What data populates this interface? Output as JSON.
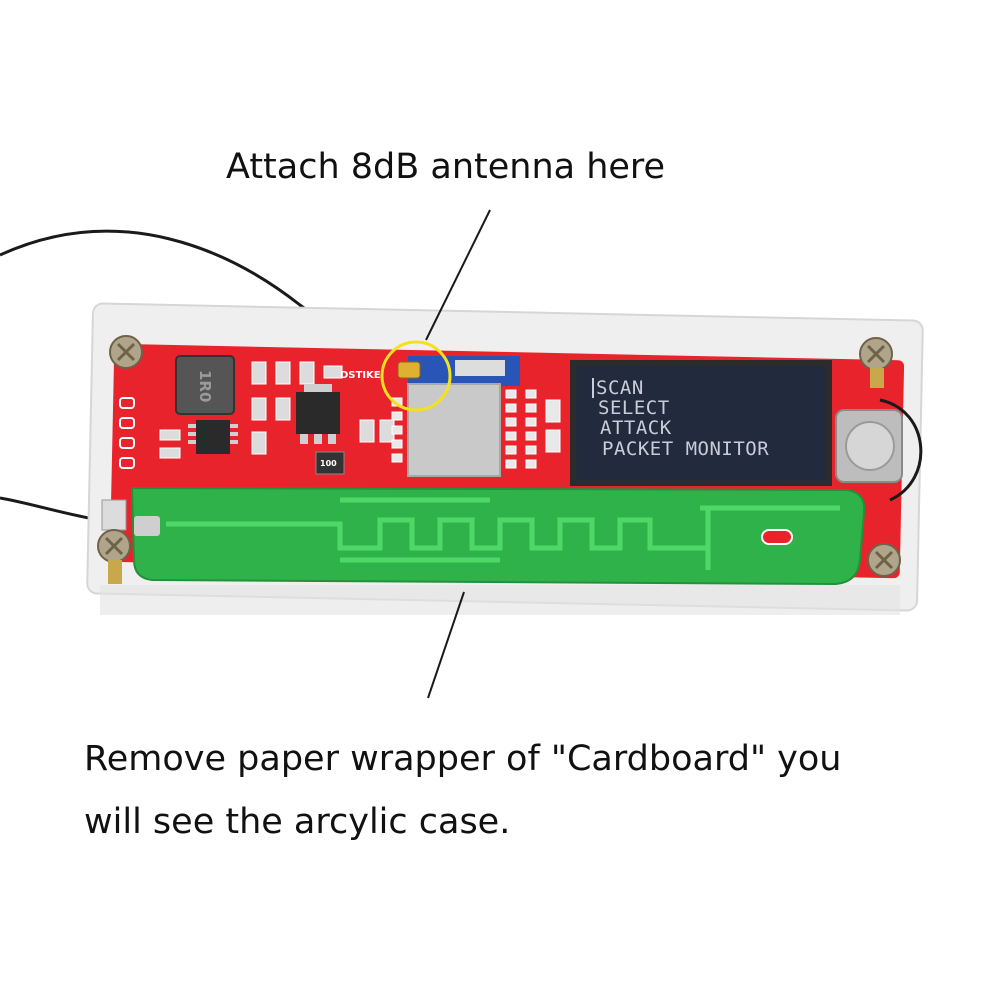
{
  "annotations": {
    "top": "Attach 8dB antenna here",
    "bottom_line1": "Remove paper wrapper of \"Cardboard\" you",
    "bottom_line2": "will see the arcylic case."
  },
  "board": {
    "brand_silkscreen": "DSTIKE",
    "inductor_marking": "1R0",
    "capacitor_marking": "100"
  },
  "oled_menu": [
    "SCAN",
    "SELECT",
    "ATTACK",
    "PACKET MONITOR"
  ],
  "colors": {
    "pcb_red": "#e8232b",
    "antenna_green": "#2fb24a",
    "oled_dark": "#222a3d",
    "highlight_circle": "#f3e21b",
    "acrylic": "#efefef"
  }
}
